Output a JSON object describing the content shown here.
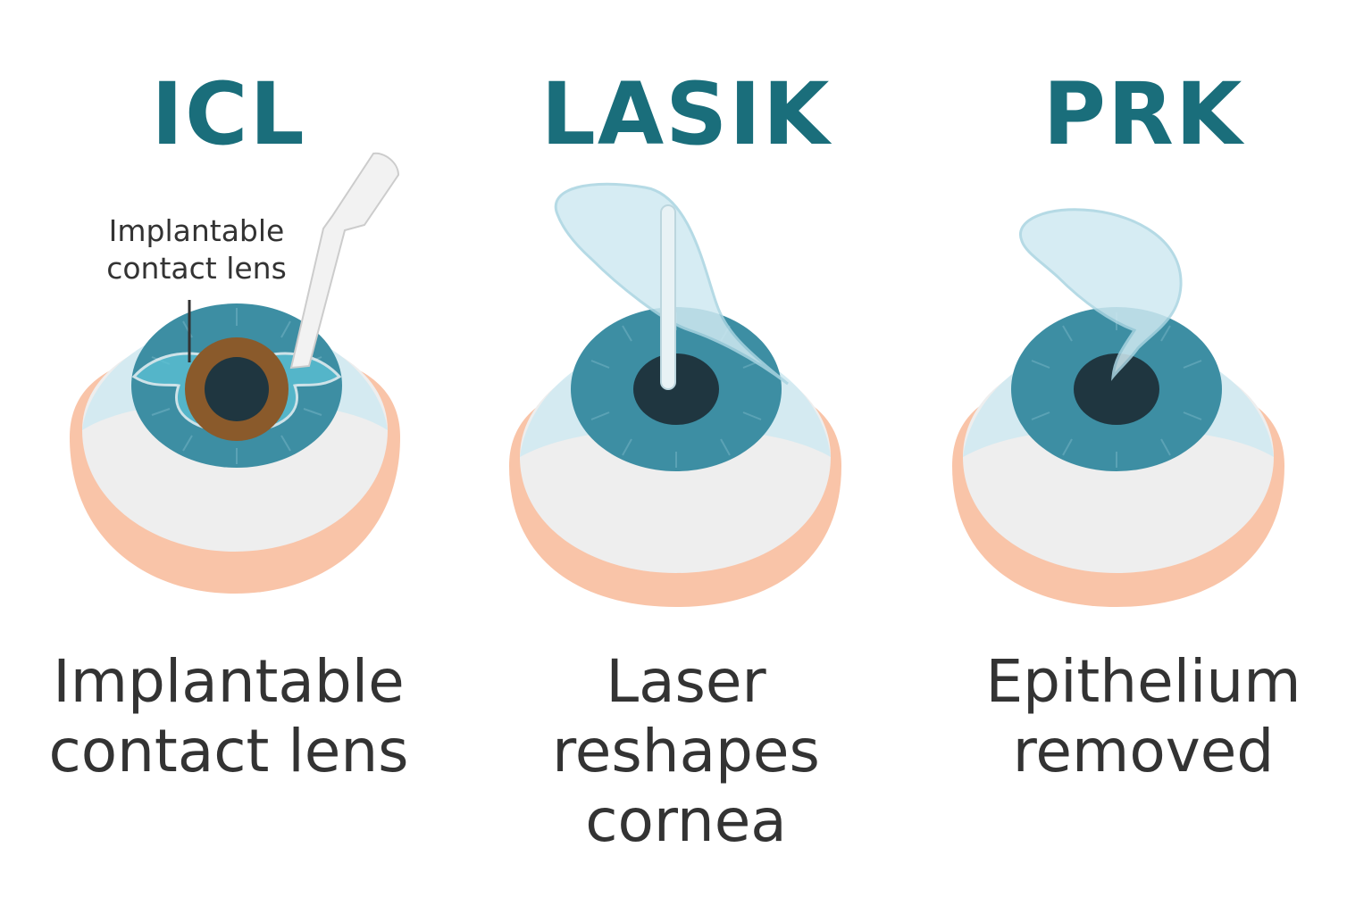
{
  "colors": {
    "title": "#1a6e7b",
    "caption": "#333333",
    "iris": "#3d8ea3",
    "pupil": "#1f3640",
    "sclera": "#eeeeee",
    "skin": "#f9c4a8",
    "cornea": "#cfe9f1",
    "icl_iris": "#8a5a2b",
    "icl_lens": "#5cc3d6"
  },
  "panels": [
    {
      "id": "icl",
      "title": "ICL",
      "callout": [
        "Implantable",
        "contact lens"
      ],
      "caption": [
        "Implantable",
        "contact lens"
      ]
    },
    {
      "id": "lasik",
      "title": "LASIK",
      "caption": [
        "Laser",
        "reshapes",
        "cornea"
      ]
    },
    {
      "id": "prk",
      "title": "PRK",
      "caption": [
        "Epithelium",
        "removed"
      ]
    }
  ]
}
